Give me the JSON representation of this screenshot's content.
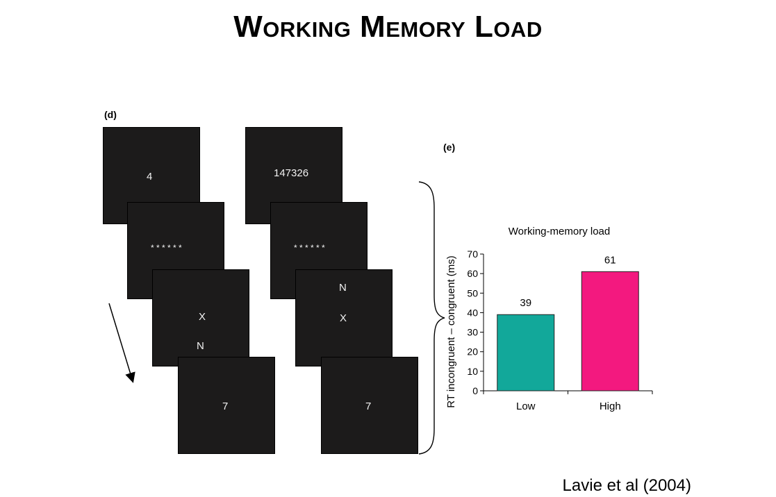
{
  "title": "Working Memory Load",
  "panel_d_label": "(d)",
  "panel_e_label": "(e)",
  "sequences": {
    "low": {
      "screen1": "4",
      "screen2": "* * * * * *",
      "screen3_top": "X",
      "screen3_bottom": "N",
      "screen4": "7"
    },
    "high": {
      "screen1": "147326",
      "screen2": "* * * * * *",
      "screen3_top": "N",
      "screen3_bottom": "X",
      "screen4": "7"
    }
  },
  "citation": "Lavie et al (2004)",
  "chart_data": {
    "type": "bar",
    "title": "Working-memory load",
    "xlabel": "",
    "ylabel": "RT incongruent – congruent (ms)",
    "categories": [
      "Low",
      "High"
    ],
    "values": [
      39,
      61
    ],
    "data_labels": [
      "39",
      "61"
    ],
    "colors": [
      "#12a89a",
      "#f3197f"
    ],
    "ylim": [
      0,
      70
    ],
    "yticks": [
      0,
      10,
      20,
      30,
      40,
      50,
      60,
      70
    ],
    "grid": false
  }
}
